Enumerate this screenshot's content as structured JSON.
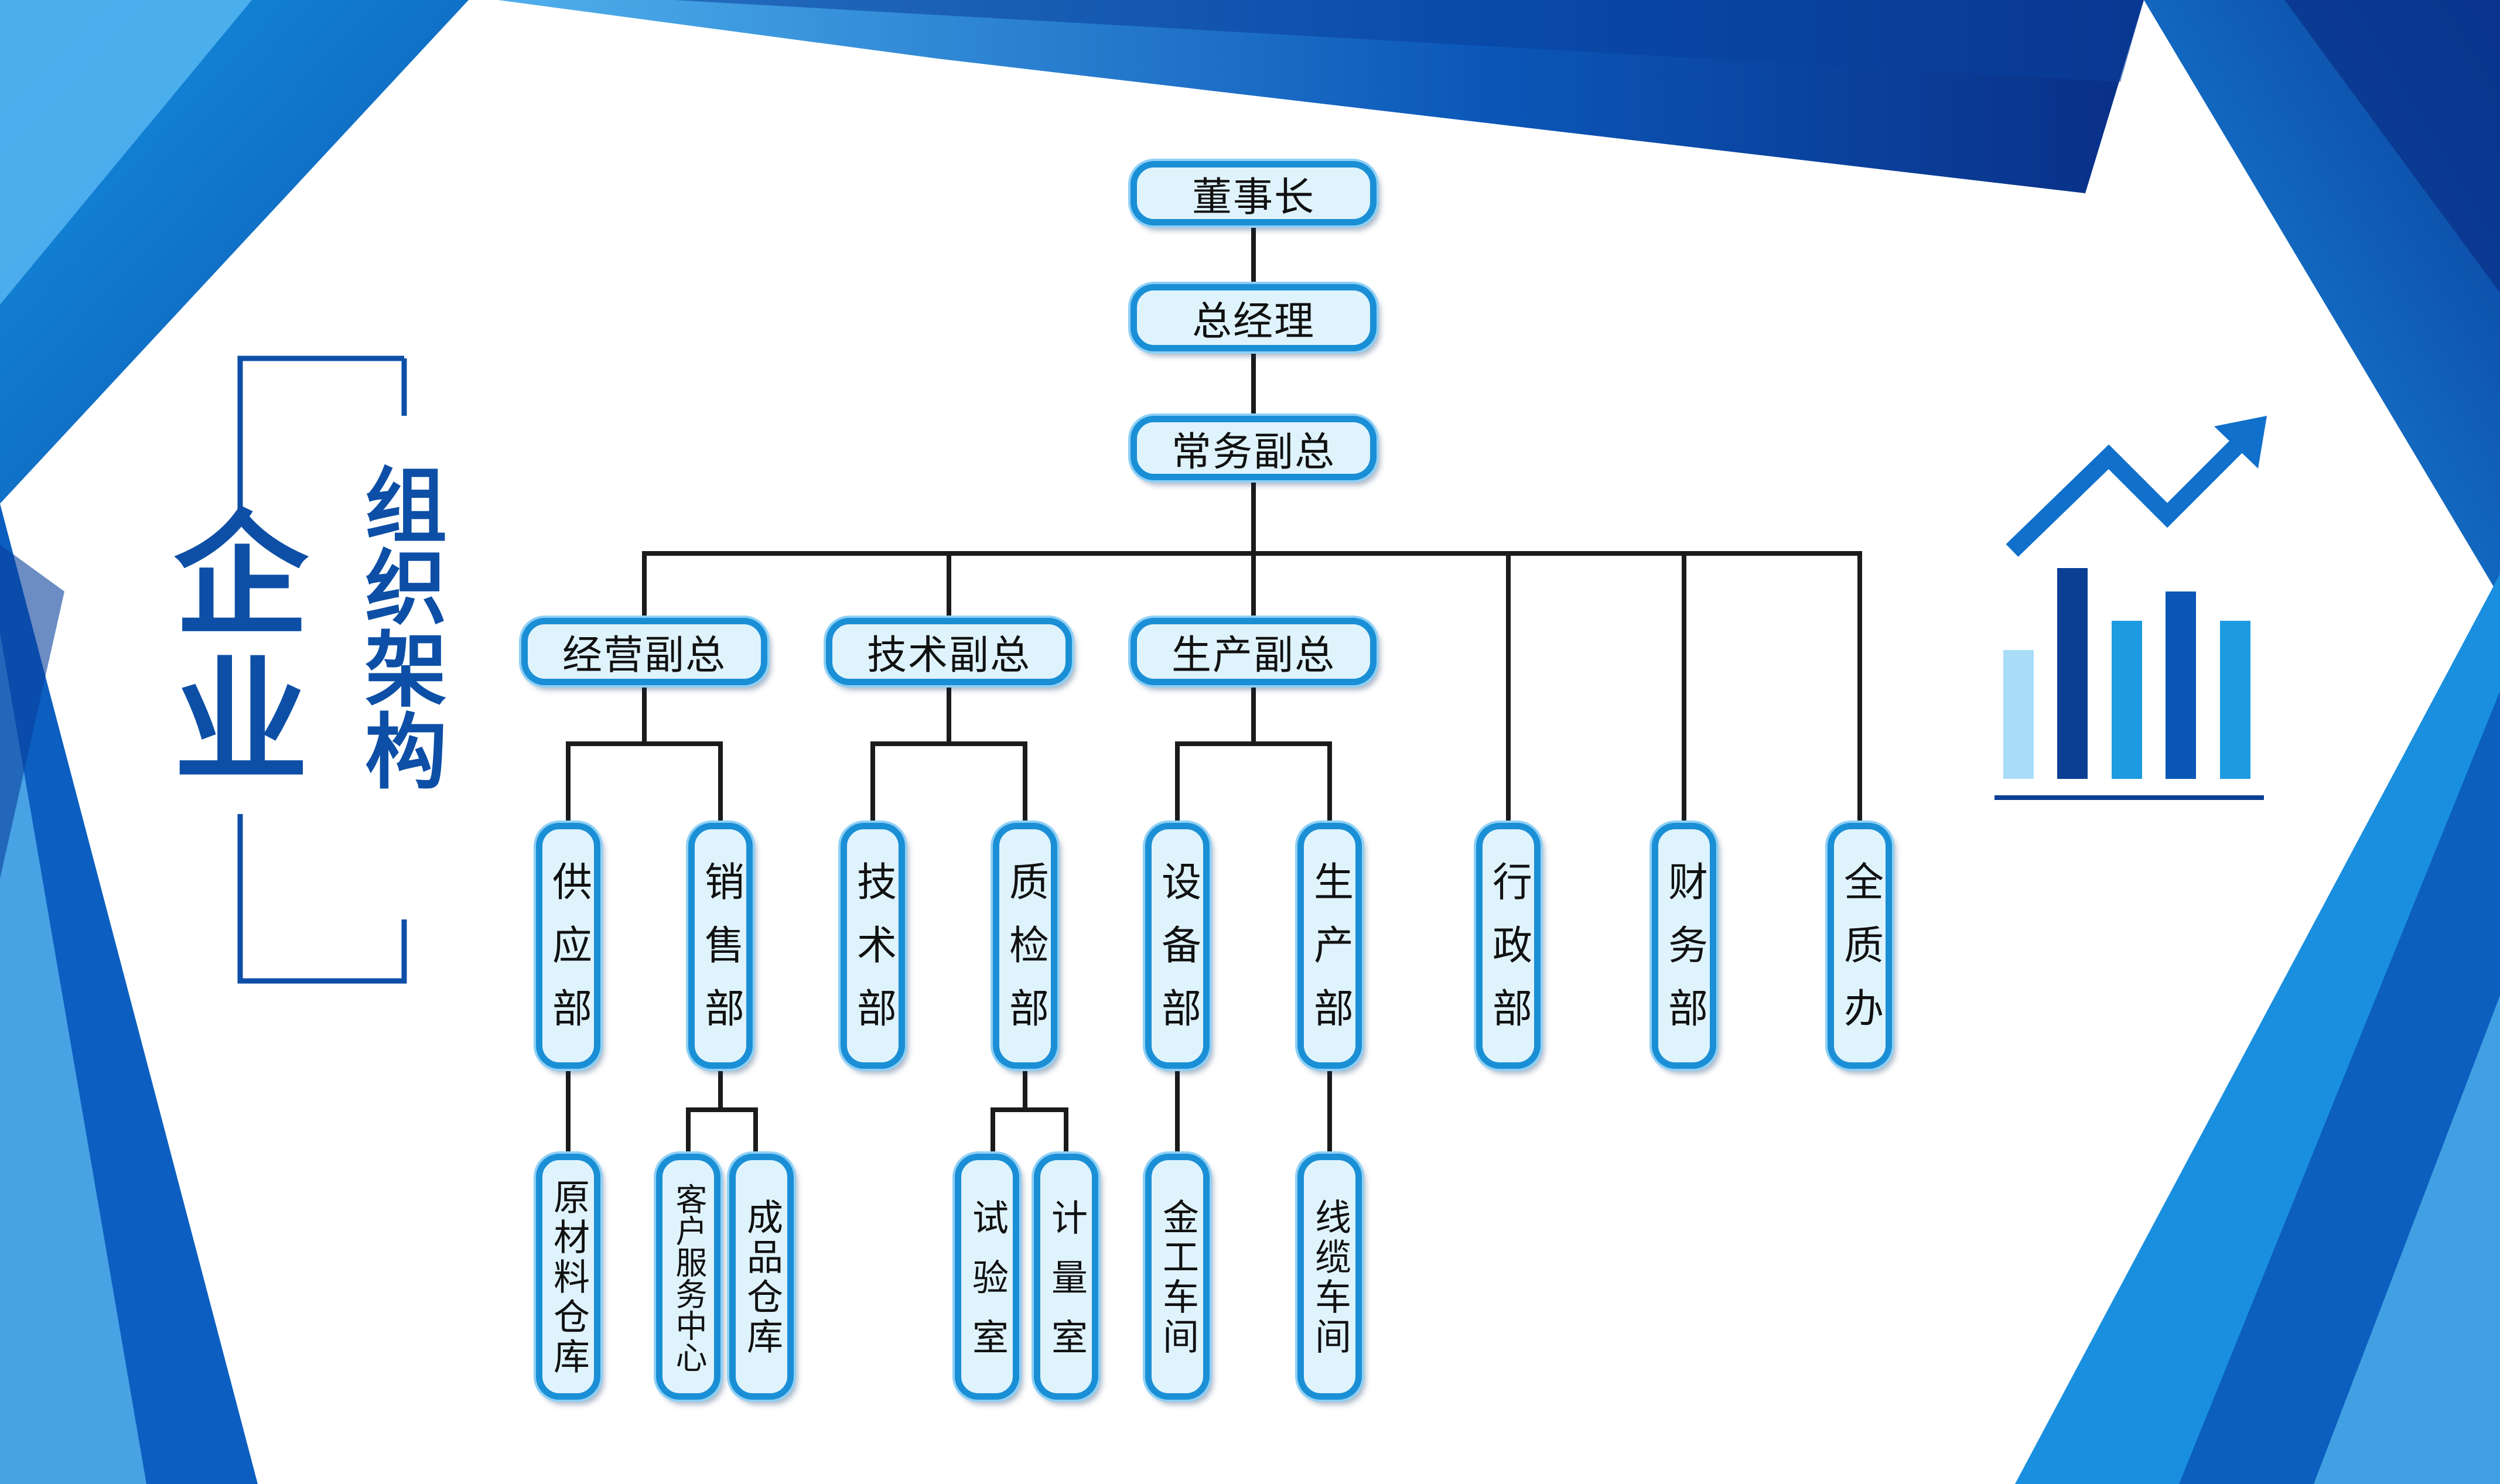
{
  "colors": {
    "node_border": "#1a8fd6",
    "node_fill": "#dff3fd",
    "title": "#0d4fa6",
    "accent_dark": "#0b3f94",
    "accent_light": "#1d9be0"
  },
  "title": {
    "main": "企业",
    "sub": "组织架构"
  },
  "icons": [
    "trend-chart-icon"
  ],
  "org": {
    "chairman": "董事长",
    "general_manager": "总经理",
    "executive_vp": "常务副总",
    "vps": {
      "operations": "经营副总",
      "technical": "技术副总",
      "production": "生产副总"
    },
    "departments": {
      "supply": "供应部",
      "sales": "销售部",
      "technology": "技术部",
      "quality_inspection": "质检部",
      "equipment": "设备部",
      "production": "生产部",
      "administration": "行政部",
      "finance": "财务部",
      "quality_office": "全质办"
    },
    "units": {
      "raw_material_warehouse": "原材料仓库",
      "customer_service_center": "客户服务中心",
      "finished_goods_warehouse": "成品仓库",
      "testing_lab": "试验室",
      "metrology_lab": "计量室",
      "metalwork_workshop": "金工车间",
      "cable_workshop": "线缆车间"
    }
  }
}
